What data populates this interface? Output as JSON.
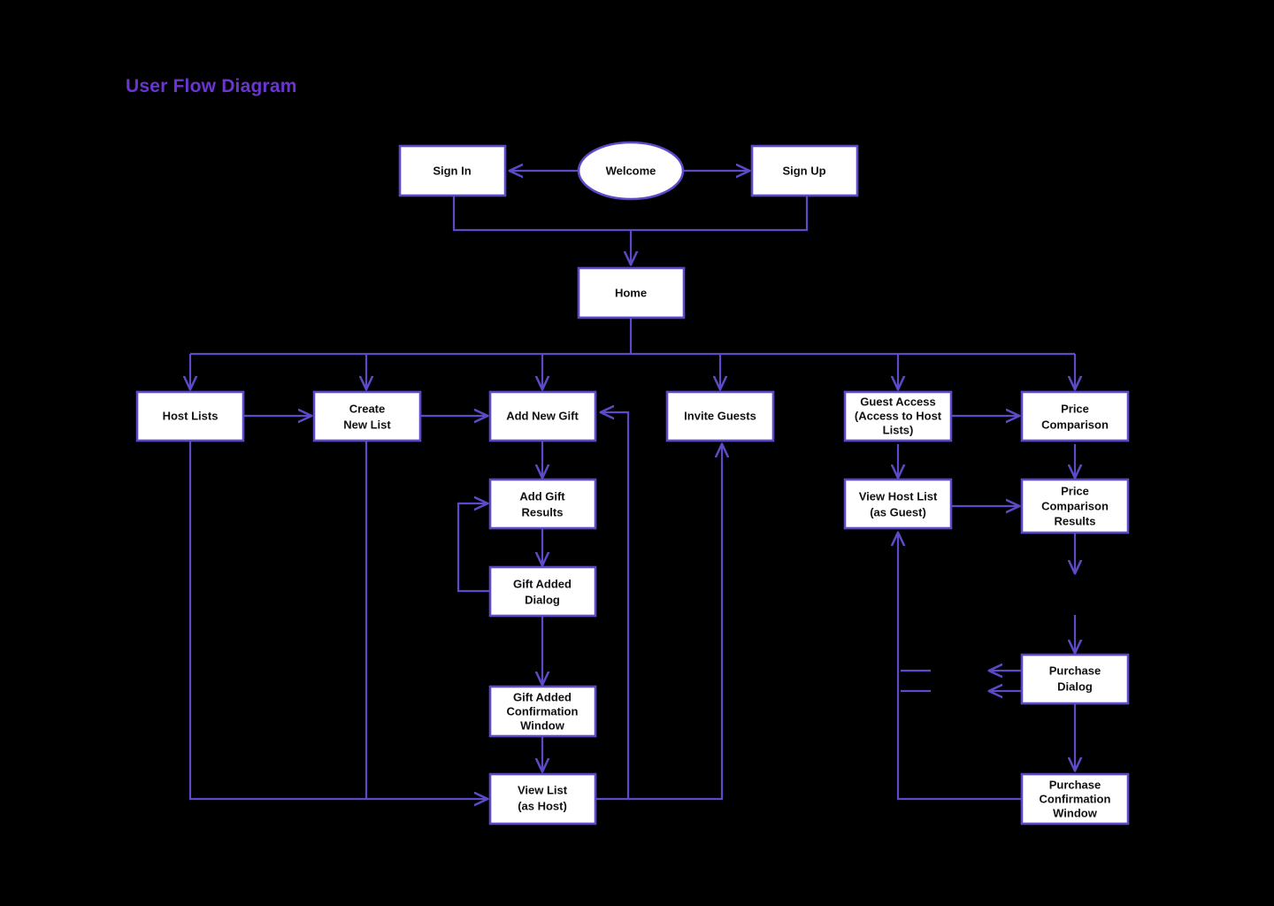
{
  "page": {
    "title": "User Flow Diagram",
    "title_color": "#6B35D1",
    "background": "#000000",
    "node_fill": "#FFFFFF",
    "node_stroke": "#5B4BC8",
    "node_text_color": "#111111",
    "edge_color": "#5B4BC8"
  },
  "nodes": {
    "welcome": {
      "label": "Welcome",
      "shape": "ellipse"
    },
    "sign_in": {
      "label": "Sign In",
      "shape": "rect"
    },
    "sign_up": {
      "label": "Sign Up",
      "shape": "rect"
    },
    "home": {
      "label": "Home",
      "shape": "rect"
    },
    "host_lists": {
      "label": "Host Lists",
      "shape": "rect"
    },
    "create_new_list": {
      "label_1": "Create",
      "label_2": "New List",
      "shape": "rect"
    },
    "add_new_gift": {
      "label": "Add New Gift",
      "shape": "rect"
    },
    "invite_guests": {
      "label": "Invite Guests",
      "shape": "rect"
    },
    "guest_access": {
      "label_1": "Guest Access",
      "label_2": "(Access to Host",
      "label_3": "Lists)",
      "shape": "rect"
    },
    "price_comparison": {
      "label_1": "Price",
      "label_2": "Comparison",
      "shape": "rect"
    },
    "add_gift_results": {
      "label_1": "Add Gift",
      "label_2": "Results",
      "shape": "rect"
    },
    "gift_added_dialog": {
      "label_1": "Gift Added",
      "label_2": "Dialog",
      "shape": "rect"
    },
    "gift_added_confirmation": {
      "label_1": "Gift Added",
      "label_2": "Confirmation",
      "label_3": "Window",
      "shape": "rect"
    },
    "view_list_host": {
      "label_1": "View List",
      "label_2": "(as Host)",
      "shape": "rect"
    },
    "view_host_list_guest": {
      "label_1": "View Host List",
      "label_2": "(as Guest)",
      "shape": "rect"
    },
    "price_comparison_results": {
      "label_1": "Price",
      "label_2": "Comparison",
      "label_3": "Results",
      "shape": "rect"
    },
    "purchase_dialog": {
      "label_1": "Purchase",
      "label_2": "Dialog",
      "shape": "rect"
    },
    "purchase_confirmation": {
      "label_1": "Purchase",
      "label_2": "Confirmation",
      "label_3": "Window",
      "shape": "rect"
    }
  },
  "edges": [
    {
      "from": "welcome",
      "to": "sign_in"
    },
    {
      "from": "welcome",
      "to": "sign_up"
    },
    {
      "from": "sign_in",
      "to": "home"
    },
    {
      "from": "sign_up",
      "to": "home"
    },
    {
      "from": "home",
      "to": "host_lists"
    },
    {
      "from": "home",
      "to": "create_new_list"
    },
    {
      "from": "home",
      "to": "add_new_gift"
    },
    {
      "from": "home",
      "to": "invite_guests"
    },
    {
      "from": "home",
      "to": "guest_access"
    },
    {
      "from": "home",
      "to": "price_comparison"
    },
    {
      "from": "host_lists",
      "to": "create_new_list"
    },
    {
      "from": "create_new_list",
      "to": "add_new_gift"
    },
    {
      "from": "add_new_gift",
      "to": "add_gift_results"
    },
    {
      "from": "add_gift_results",
      "to": "gift_added_dialog"
    },
    {
      "from": "gift_added_dialog",
      "to": "add_gift_results"
    },
    {
      "from": "gift_added_dialog",
      "to": "gift_added_confirmation"
    },
    {
      "from": "gift_added_confirmation",
      "to": "view_list_host"
    },
    {
      "from": "host_lists",
      "to": "view_list_host"
    },
    {
      "from": "create_new_list",
      "to": "view_list_host"
    },
    {
      "from": "view_list_host",
      "to": "add_new_gift"
    },
    {
      "from": "view_list_host",
      "to": "invite_guests"
    },
    {
      "from": "guest_access",
      "to": "price_comparison"
    },
    {
      "from": "guest_access",
      "to": "view_host_list_guest"
    },
    {
      "from": "view_host_list_guest",
      "to": "price_comparison_results"
    },
    {
      "from": "price_comparison",
      "to": "price_comparison_results"
    },
    {
      "from": "price_comparison_results",
      "to": "purchase_dialog"
    },
    {
      "from": "purchase_dialog",
      "to": "purchase_confirmation"
    },
    {
      "from": "purchase_confirmation",
      "to": "view_host_list_guest"
    }
  ]
}
